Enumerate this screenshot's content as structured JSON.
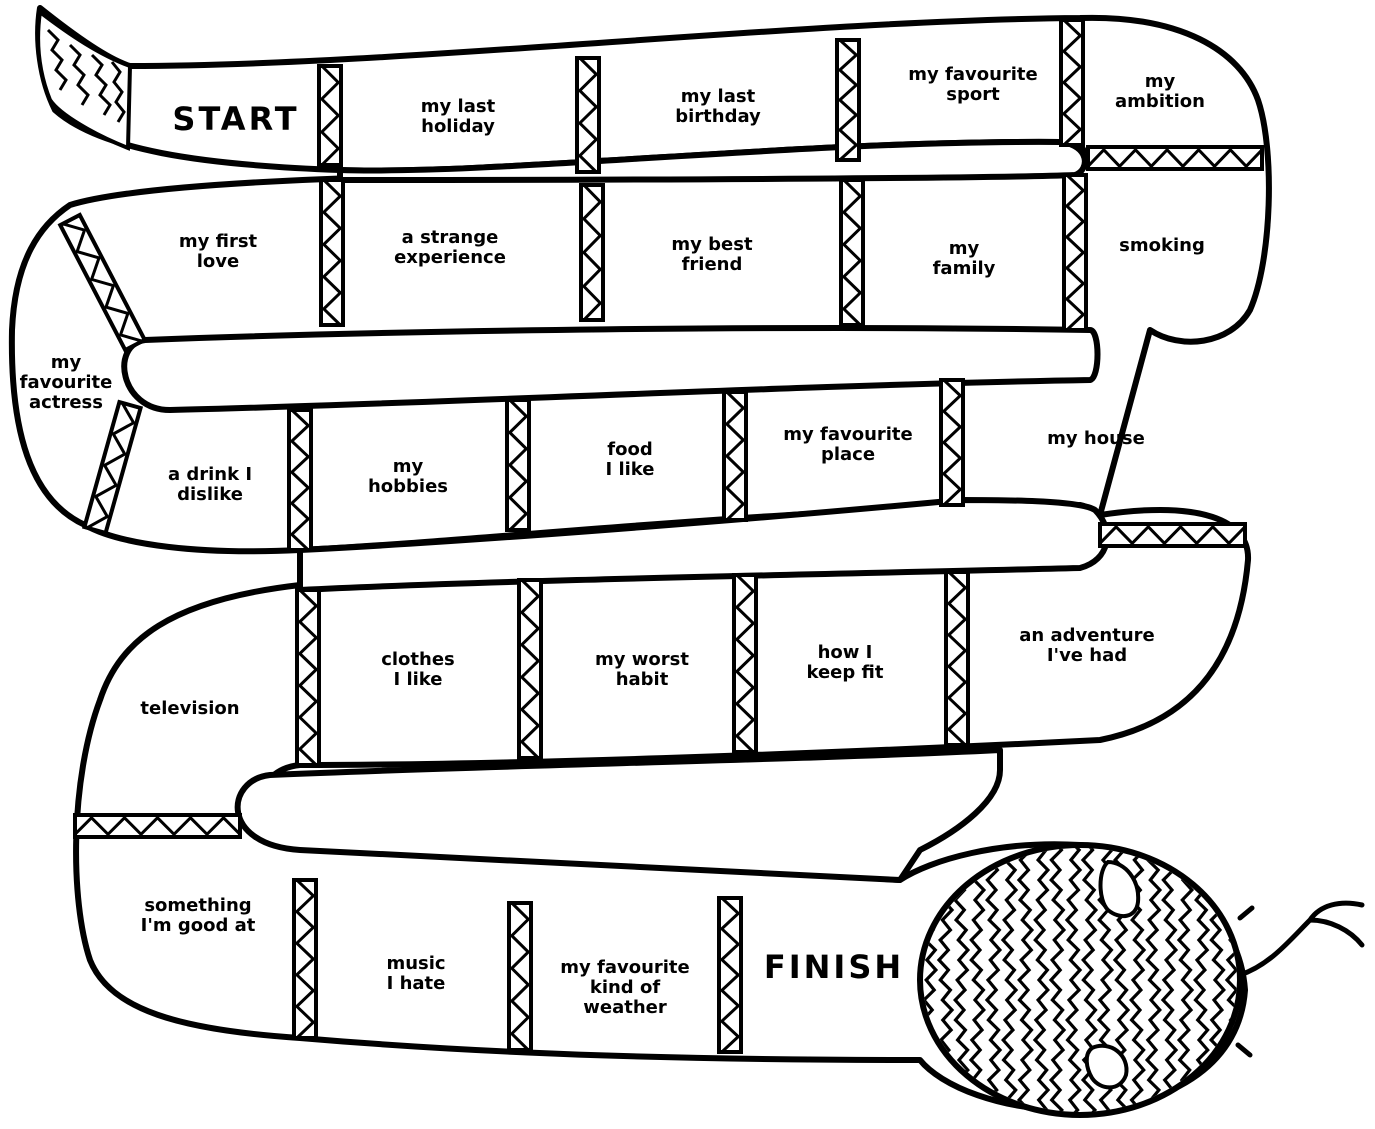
{
  "board": {
    "start_label": "START",
    "finish_label": "FINISH",
    "squares": [
      [
        "my last",
        "holiday"
      ],
      [
        "my last",
        "birthday"
      ],
      [
        "my favourite",
        "sport"
      ],
      [
        "my",
        "ambition"
      ],
      [
        "smoking"
      ],
      [
        "my",
        "family"
      ],
      [
        "my best",
        "friend"
      ],
      [
        "a strange",
        "experience"
      ],
      [
        "my first",
        "love"
      ],
      [
        "my",
        "favourite",
        "actress"
      ],
      [
        "a drink I",
        "dislike"
      ],
      [
        "my",
        "hobbies"
      ],
      [
        "food",
        "I like"
      ],
      [
        "my favourite",
        "place"
      ],
      [
        "my house"
      ],
      [
        "an adventure",
        "I've had"
      ],
      [
        "how I",
        "keep fit"
      ],
      [
        "my worst",
        "habit"
      ],
      [
        "clothes",
        "I like"
      ],
      [
        "television"
      ],
      [
        "something",
        "I'm good at"
      ],
      [
        "music",
        "I hate"
      ],
      [
        "my favourite",
        "kind of",
        "weather"
      ]
    ]
  },
  "colors": {
    "ink": "#000000",
    "paper": "#ffffff"
  },
  "icons": [
    "snake-head-icon",
    "snake-tongue-icon",
    "snake-eye-icon",
    "snake-tail-icon"
  ]
}
